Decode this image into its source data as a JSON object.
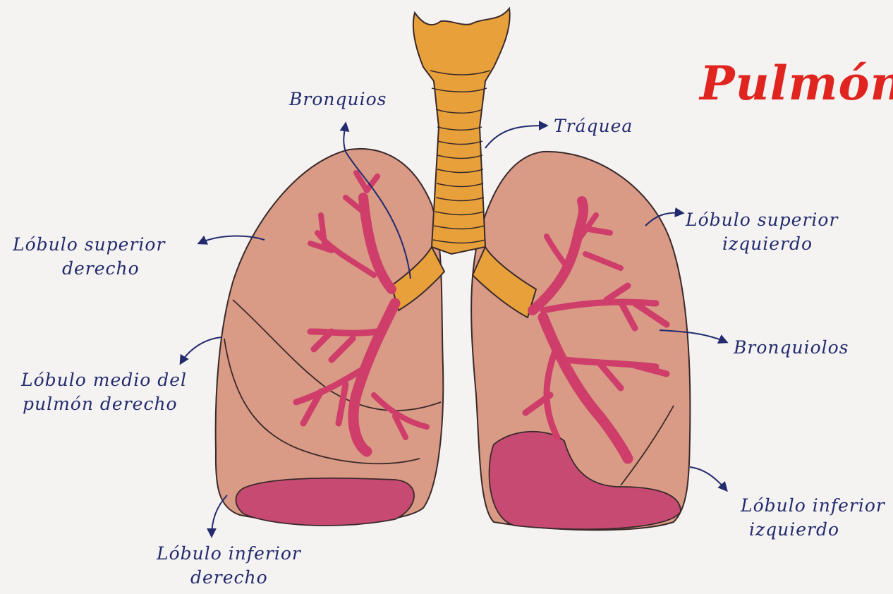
{
  "title": "Pulmón",
  "colors": {
    "lung": "#d99a86",
    "lung_shade": "#c9725b",
    "lower_lobe": "#c64a72",
    "bronchi": "#cf3d6a",
    "trachea": "#e8a13a",
    "ink": "#232a6e",
    "title": "#e0241f"
  },
  "labels": {
    "bronquios": "Bronquios",
    "traquea": "Tráquea",
    "lobulo_superior_derecho": [
      "Lóbulo superior",
      "derecho"
    ],
    "lobulo_superior_izquierdo": [
      "Lóbulo superior",
      "izquierdo"
    ],
    "bronquiolos": "Bronquiolos",
    "lobulo_medio": [
      "Lóbulo medio del",
      "pulmón derecho"
    ],
    "lobulo_inferior_izquierdo": [
      "Lóbulo inferior",
      "izquierdo"
    ],
    "lobulo_inferior_derecho": [
      "Lóbulo inferior",
      "derecho"
    ]
  }
}
